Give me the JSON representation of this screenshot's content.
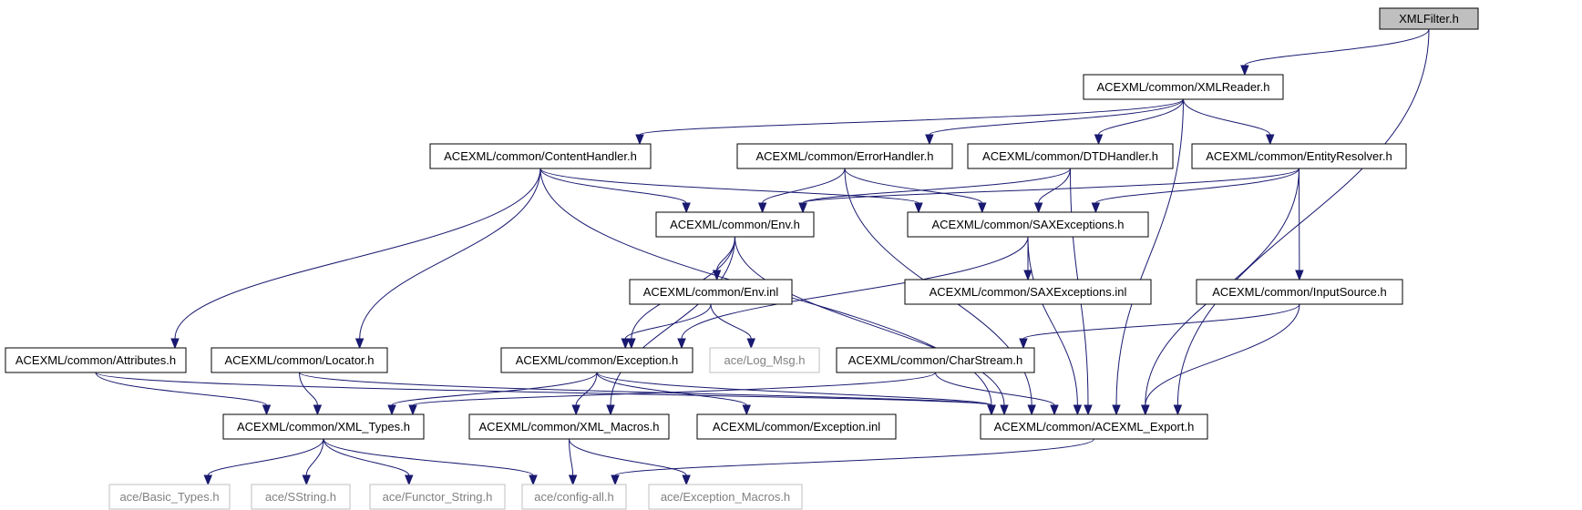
{
  "nodes": [
    {
      "id": "xmlfilter",
      "label": "XMLFilter.h",
      "style": "root"
    },
    {
      "id": "xmlreader",
      "label": "ACEXML/common/XMLReader.h",
      "style": "normal"
    },
    {
      "id": "contenthandler",
      "label": "ACEXML/common/ContentHandler.h",
      "style": "normal"
    },
    {
      "id": "errorhandler",
      "label": "ACEXML/common/ErrorHandler.h",
      "style": "normal"
    },
    {
      "id": "dtdhandler",
      "label": "ACEXML/common/DTDHandler.h",
      "style": "normal"
    },
    {
      "id": "entityresolver",
      "label": "ACEXML/common/EntityResolver.h",
      "style": "normal"
    },
    {
      "id": "env",
      "label": "ACEXML/common/Env.h",
      "style": "normal"
    },
    {
      "id": "saxexceptions",
      "label": "ACEXML/common/SAXExceptions.h",
      "style": "normal"
    },
    {
      "id": "envinl",
      "label": "ACEXML/common/Env.inl",
      "style": "normal"
    },
    {
      "id": "saxexceptionsinl",
      "label": "ACEXML/common/SAXExceptions.inl",
      "style": "normal"
    },
    {
      "id": "inputsource",
      "label": "ACEXML/common/InputSource.h",
      "style": "normal"
    },
    {
      "id": "attributes",
      "label": "ACEXML/common/Attributes.h",
      "style": "normal"
    },
    {
      "id": "locator",
      "label": "ACEXML/common/Locator.h",
      "style": "normal"
    },
    {
      "id": "exception",
      "label": "ACEXML/common/Exception.h",
      "style": "normal"
    },
    {
      "id": "logmsg",
      "label": "ace/Log_Msg.h",
      "style": "ext"
    },
    {
      "id": "charstream",
      "label": "ACEXML/common/CharStream.h",
      "style": "normal"
    },
    {
      "id": "xmltypes",
      "label": "ACEXML/common/XML_Types.h",
      "style": "normal"
    },
    {
      "id": "xmlmacros",
      "label": "ACEXML/common/XML_Macros.h",
      "style": "normal"
    },
    {
      "id": "exceptioninl",
      "label": "ACEXML/common/Exception.inl",
      "style": "normal"
    },
    {
      "id": "acexmlexport",
      "label": "ACEXML/common/ACEXML_Export.h",
      "style": "normal"
    },
    {
      "id": "basictypes",
      "label": "ace/Basic_Types.h",
      "style": "ext"
    },
    {
      "id": "sstring",
      "label": "ace/SString.h",
      "style": "ext"
    },
    {
      "id": "functorstring",
      "label": "ace/Functor_String.h",
      "style": "ext"
    },
    {
      "id": "configall",
      "label": "ace/config-all.h",
      "style": "ext"
    },
    {
      "id": "exceptionmacros",
      "label": "ace/Exception_Macros.h",
      "style": "ext"
    }
  ],
  "edges": [
    [
      "xmlfilter",
      "xmlreader"
    ],
    [
      "xmlfilter",
      "acexmlexport"
    ],
    [
      "xmlreader",
      "contenthandler"
    ],
    [
      "xmlreader",
      "errorhandler"
    ],
    [
      "xmlreader",
      "dtdhandler"
    ],
    [
      "xmlreader",
      "entityresolver"
    ],
    [
      "xmlreader",
      "acexmlexport"
    ],
    [
      "contenthandler",
      "env"
    ],
    [
      "contenthandler",
      "saxexceptions"
    ],
    [
      "contenthandler",
      "attributes"
    ],
    [
      "contenthandler",
      "locator"
    ],
    [
      "contenthandler",
      "acexmlexport"
    ],
    [
      "errorhandler",
      "env"
    ],
    [
      "errorhandler",
      "saxexceptions"
    ],
    [
      "errorhandler",
      "acexmlexport"
    ],
    [
      "dtdhandler",
      "env"
    ],
    [
      "dtdhandler",
      "saxexceptions"
    ],
    [
      "dtdhandler",
      "acexmlexport"
    ],
    [
      "entityresolver",
      "env"
    ],
    [
      "entityresolver",
      "saxexceptions"
    ],
    [
      "entityresolver",
      "inputsource"
    ],
    [
      "entityresolver",
      "acexmlexport"
    ],
    [
      "env",
      "envinl"
    ],
    [
      "env",
      "exception"
    ],
    [
      "env",
      "xmlmacros"
    ],
    [
      "env",
      "acexmlexport"
    ],
    [
      "saxexceptions",
      "saxexceptionsinl"
    ],
    [
      "saxexceptions",
      "exception"
    ],
    [
      "saxexceptions",
      "acexmlexport"
    ],
    [
      "envinl",
      "exception"
    ],
    [
      "envinl",
      "logmsg"
    ],
    [
      "inputsource",
      "charstream"
    ],
    [
      "inputsource",
      "acexmlexport"
    ],
    [
      "attributes",
      "xmltypes"
    ],
    [
      "attributes",
      "acexmlexport"
    ],
    [
      "locator",
      "xmltypes"
    ],
    [
      "locator",
      "acexmlexport"
    ],
    [
      "exception",
      "xmltypes"
    ],
    [
      "exception",
      "xmlmacros"
    ],
    [
      "exception",
      "exceptioninl"
    ],
    [
      "exception",
      "acexmlexport"
    ],
    [
      "charstream",
      "xmltypes"
    ],
    [
      "charstream",
      "acexmlexport"
    ],
    [
      "xmltypes",
      "basictypes"
    ],
    [
      "xmltypes",
      "sstring"
    ],
    [
      "xmltypes",
      "functorstring"
    ],
    [
      "xmltypes",
      "configall"
    ],
    [
      "xmlmacros",
      "configall"
    ],
    [
      "xmlmacros",
      "exceptionmacros"
    ],
    [
      "acexmlexport",
      "configall"
    ]
  ]
}
